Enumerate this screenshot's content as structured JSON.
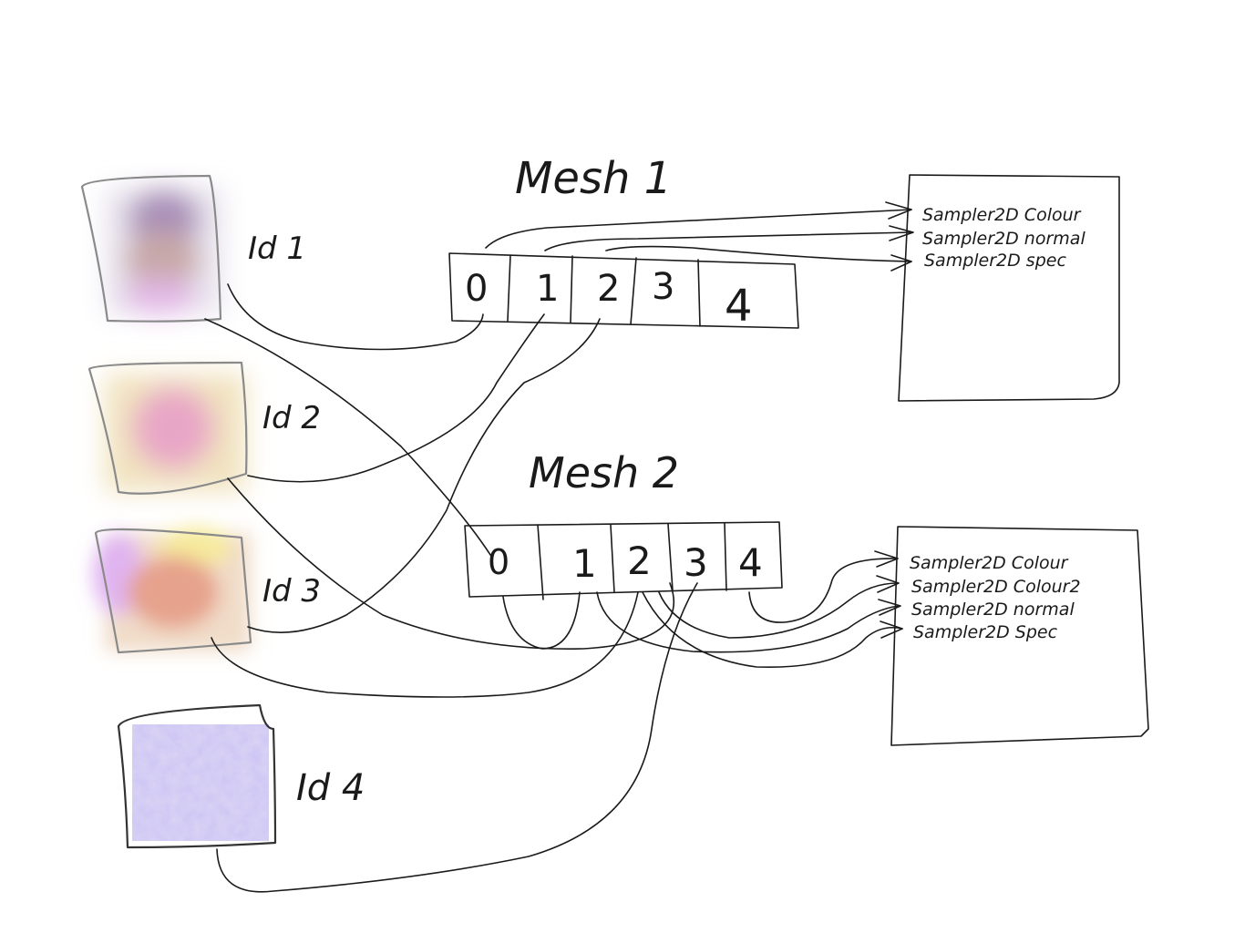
{
  "textures": [
    {
      "id": "tex1",
      "label": "Id 1"
    },
    {
      "id": "tex2",
      "label": "Id 2"
    },
    {
      "id": "tex3",
      "label": "Id 3"
    },
    {
      "id": "tex4",
      "label": "Id 4"
    }
  ],
  "meshes": [
    {
      "id": "mesh1",
      "title": "Mesh 1",
      "slots": [
        "0",
        "1",
        "2",
        "3",
        "4"
      ]
    },
    {
      "id": "mesh2",
      "title": "Mesh 2",
      "slots": [
        "0",
        "1",
        "2",
        "3",
        "4"
      ]
    }
  ],
  "shaders": [
    {
      "id": "shader1",
      "uniforms": [
        "Sampler2D  Colour",
        "Sampler2D  normal",
        "Sampler2D  spec"
      ]
    },
    {
      "id": "shader2",
      "uniforms": [
        "Sampler2D  Colour",
        "Sampler2D  Colour2",
        "Sampler2D  normal",
        "Sampler2D  Spec"
      ]
    }
  ],
  "colors": {
    "ink": "#1a1a1a",
    "frame": "#8a8a8a",
    "tex4": "#9a8ee0"
  }
}
